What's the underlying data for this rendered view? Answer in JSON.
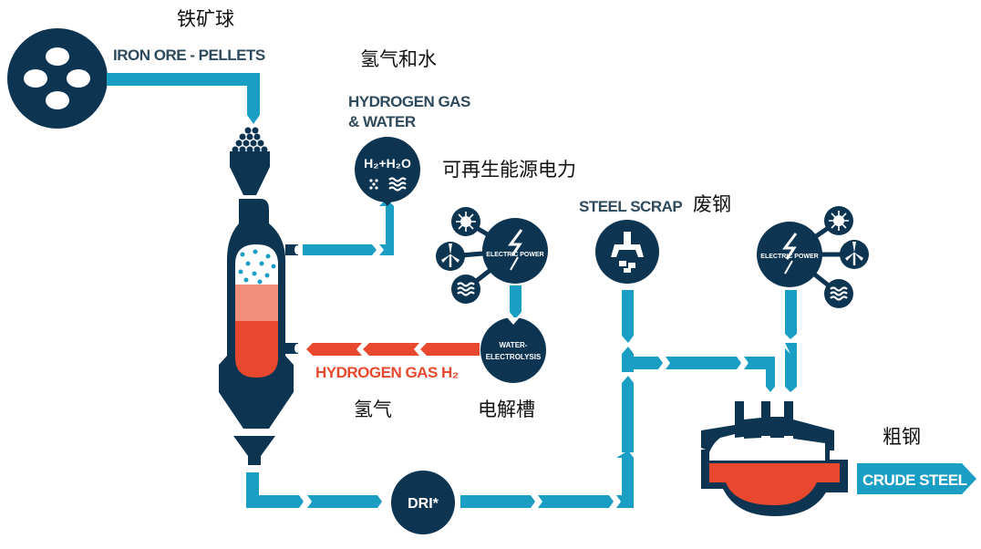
{
  "title": "Hydrogen-based steelmaking process (HYBRIT / DRI route)",
  "colors": {
    "navy": "#0d3552",
    "cyan": "#1a9ec4",
    "red": "#e8492e",
    "salmon": "#f0907a",
    "label": "#2e4a5c"
  },
  "nodes": {
    "iron_ore": {
      "label_en": "IRON ORE - PELLETS",
      "label_cn": "铁矿球",
      "icon": "pellets-icon"
    },
    "h2_water": {
      "label_en_line1": "HYDROGEN GAS",
      "label_en_line2": "& WATER",
      "label_cn": "氢气和水",
      "formula": "H₂+H₂O"
    },
    "electric_power_1": {
      "label": "ELECTRIC POWER",
      "label_cn": "可再生能源电力",
      "sources": [
        "sun-icon",
        "wind-turbine-icon",
        "water-waves-icon"
      ]
    },
    "electrolysis": {
      "label_line1": "WATER-",
      "label_line2": "ELECTROLYSIS",
      "label_cn": "电解槽"
    },
    "hydrogen_gas": {
      "label_en": "HYDROGEN GAS H₂",
      "label_cn": "氢气"
    },
    "steel_scrap": {
      "label_en": "STEEL SCRAP",
      "label_cn": "废钢",
      "icon": "scrap-grabber-icon"
    },
    "electric_power_2": {
      "label": "ELECTRIC POWER",
      "sources": [
        "sun-icon",
        "wind-turbine-icon",
        "water-waves-icon"
      ]
    },
    "dri": {
      "label": "DRI*"
    },
    "crude_steel": {
      "label_en": "CRUDE STEEL",
      "label_cn": "粗钢"
    }
  }
}
